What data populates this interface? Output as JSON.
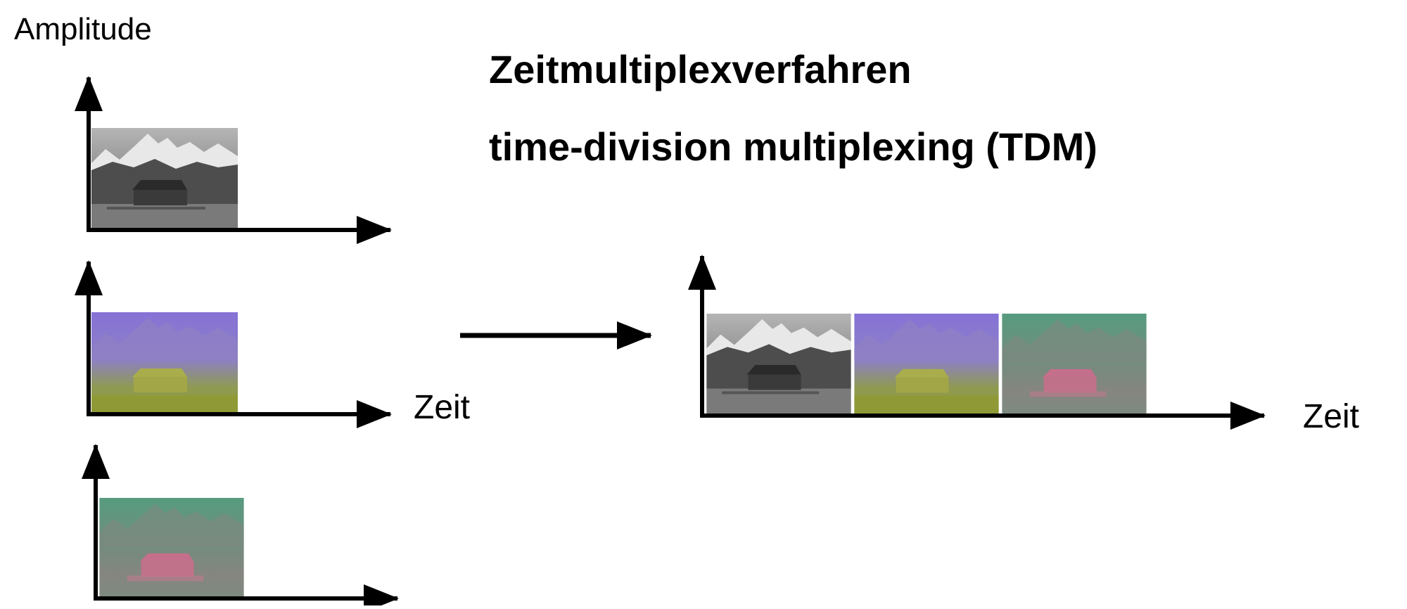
{
  "labels": {
    "amplitude": "Amplitude",
    "title_de": "Zeitmultiplexverfahren",
    "title_en": "time-division multiplexing (TDM)",
    "time_left": "Zeit",
    "time_right": "Zeit"
  },
  "images": [
    {
      "name": "photo-grayscale",
      "top": "#a2a2a2",
      "sky": "#8d8d8d",
      "land": "#5a5a5a",
      "barn": "#2e2e2e",
      "tint": "#6f6f6f"
    },
    {
      "name": "photo-purple-yellow",
      "top": "#8672d6",
      "sky": "#8b7acc",
      "land": "#8f9a3f",
      "barn": "#a7a94a",
      "tint": "#8a86b8"
    },
    {
      "name": "photo-teal-pink",
      "top": "#5a9a7e",
      "sky": "#6f8a7c",
      "land": "#7f8a80",
      "barn": "#c2708a",
      "tint": "#7e877e"
    }
  ]
}
